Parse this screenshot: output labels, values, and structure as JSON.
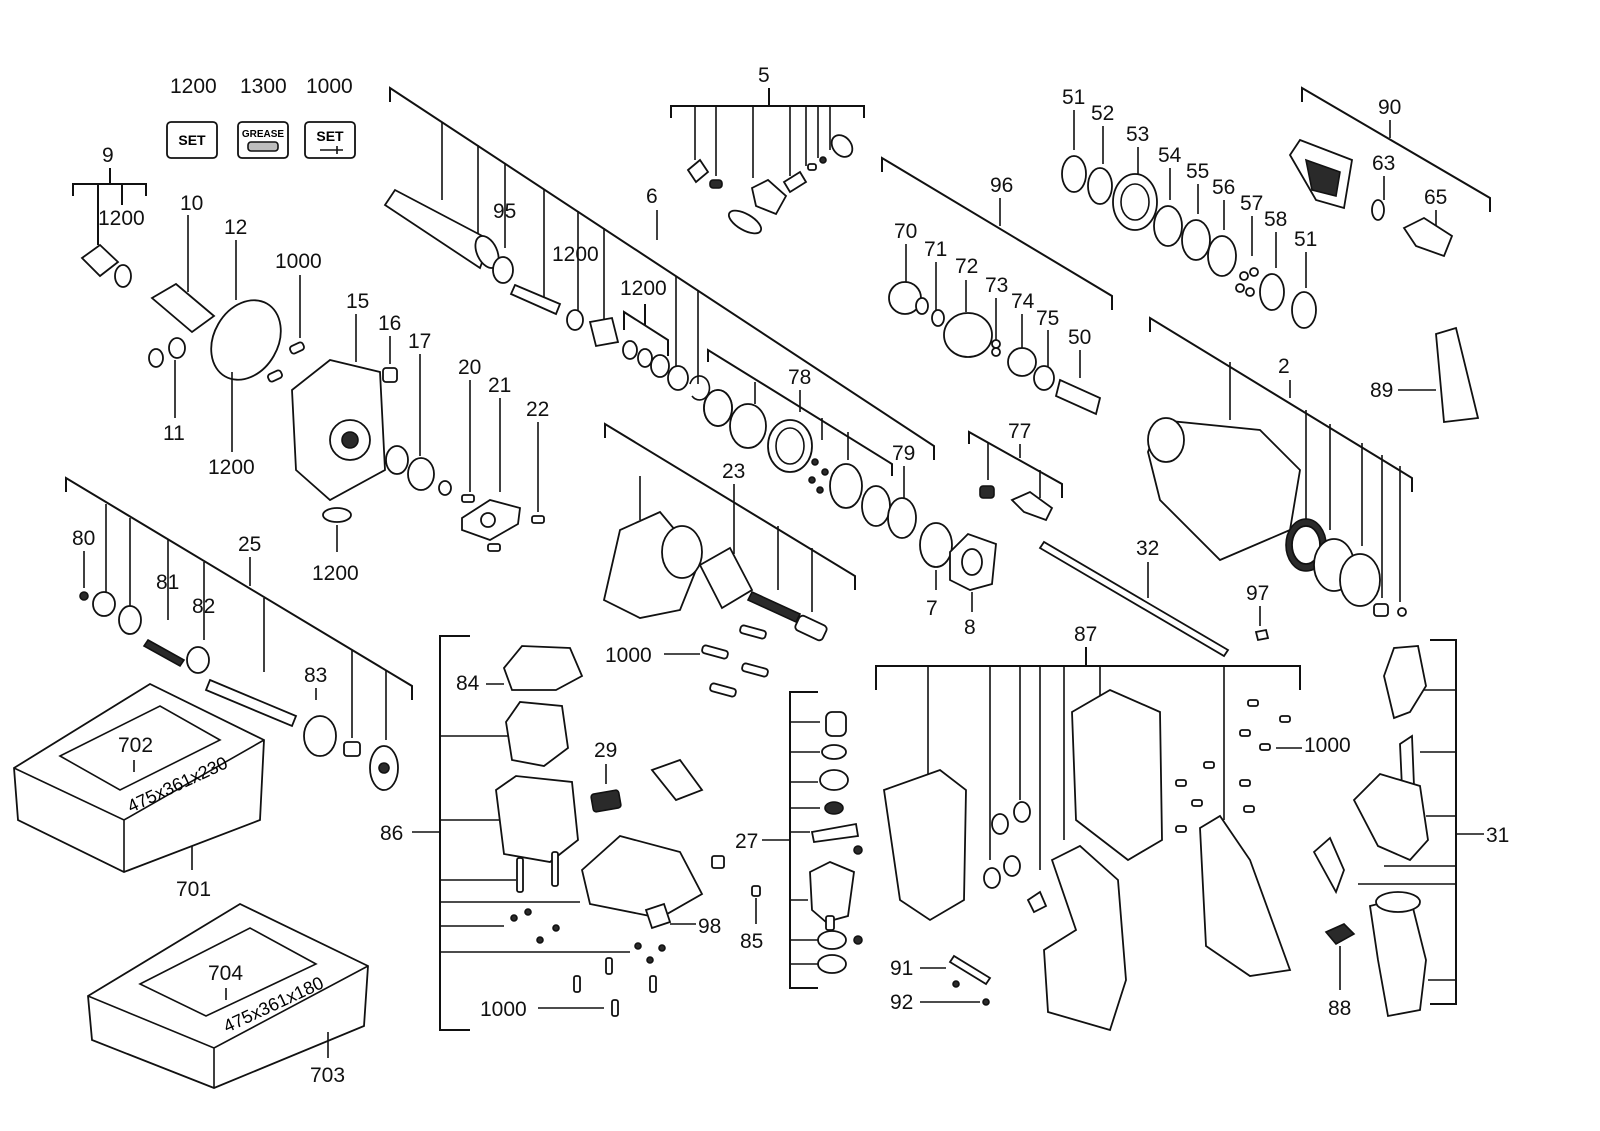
{
  "symbols": {
    "set": "SET",
    "grease": "GREASE"
  },
  "callouts": {
    "c1200_top": "1200",
    "c1300": "1300",
    "c1000_top": "1000",
    "c9": "9",
    "c1200_a": "1200",
    "c10": "10",
    "c12": "12",
    "c1000_b": "1000",
    "c15": "15",
    "c16": "16",
    "c17": "17",
    "c11": "11",
    "c1200_b": "1200",
    "c1200_c": "1200",
    "c95": "95",
    "c6": "6",
    "c1200_d": "1200",
    "c1200_e": "1200",
    "c5": "5",
    "c96": "96",
    "c70": "70",
    "c71": "71",
    "c72": "72",
    "c73": "73",
    "c74": "74",
    "c75": "75",
    "c50": "50",
    "c51_a": "51",
    "c52": "52",
    "c53": "53",
    "c54": "54",
    "c55": "55",
    "c56": "56",
    "c57": "57",
    "c58": "58",
    "c51_b": "51",
    "c90": "90",
    "c63": "63",
    "c65": "65",
    "c89": "89",
    "c2": "2",
    "c78": "78",
    "c79": "79",
    "c23": "23",
    "c77": "77",
    "c7": "7",
    "c8": "8",
    "c20": "20",
    "c21": "21",
    "c22": "22",
    "c80": "80",
    "c25": "25",
    "c81": "81",
    "c82": "82",
    "c83": "83",
    "c32": "32",
    "c97": "97",
    "c87": "87",
    "c1000_c": "1000",
    "c1000_d": "1000",
    "c84": "84",
    "c86": "86",
    "c29": "29",
    "c98": "98",
    "c1000_e": "1000",
    "c27": "27",
    "c85": "85",
    "c91": "91",
    "c92": "92",
    "c31": "31",
    "c88": "88",
    "c702": "702",
    "c701": "701",
    "c704": "704",
    "c703": "703"
  },
  "case_labels": {
    "case_large": "475x361x230",
    "case_small": "475x361x180"
  },
  "colors": {
    "ink": "#111111",
    "fill_dark": "#2a2a2a",
    "fill_grey": "#bdbdbd"
  }
}
